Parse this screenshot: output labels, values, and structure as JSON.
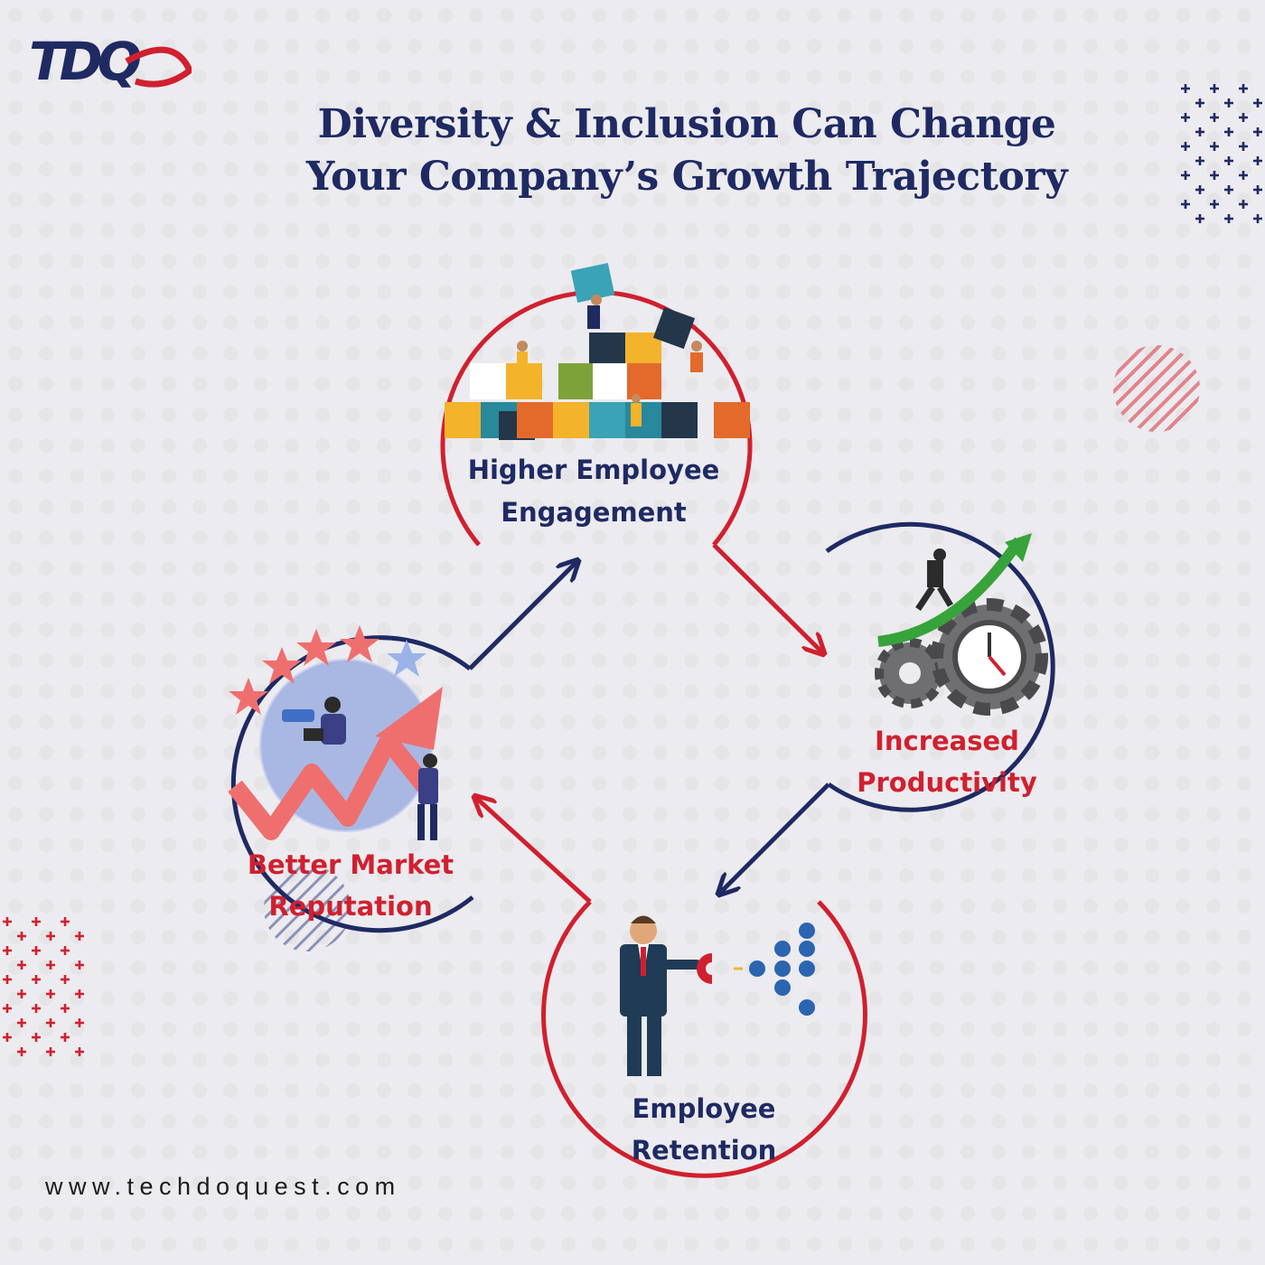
{
  "brand": {
    "logo_text": "TDQ",
    "navy": "#1f2a63",
    "red": "#d0202f"
  },
  "title": {
    "line1": "Diversity & Inclusion Can Change",
    "line2": "Your Company’s Growth Trajectory"
  },
  "cycle": [
    {
      "id": "engagement",
      "line1": "Higher Employee",
      "line2": "Engagement",
      "text_color": "#1f2a63",
      "ring_color": "#d0202f",
      "icon": "puzzle-teamwork-illustration"
    },
    {
      "id": "productivity",
      "line1": "Increased",
      "line2": "Productivity",
      "text_color": "#d0202f",
      "ring_color": "#1f2a63",
      "icon": "gears-growth-arrow-illustration"
    },
    {
      "id": "retention",
      "line1": "Employee",
      "line2": "Retention",
      "text_color": "#1f2a63",
      "ring_color": "#d0202f",
      "icon": "magnet-people-illustration"
    },
    {
      "id": "reputation",
      "line1": "Better Market",
      "line2": "Reputation",
      "text_color": "#d0202f",
      "ring_color": "#1f2a63",
      "icon": "star-rating-growth-illustration"
    }
  ],
  "footer": {
    "website": "www.techdoquest.com"
  }
}
